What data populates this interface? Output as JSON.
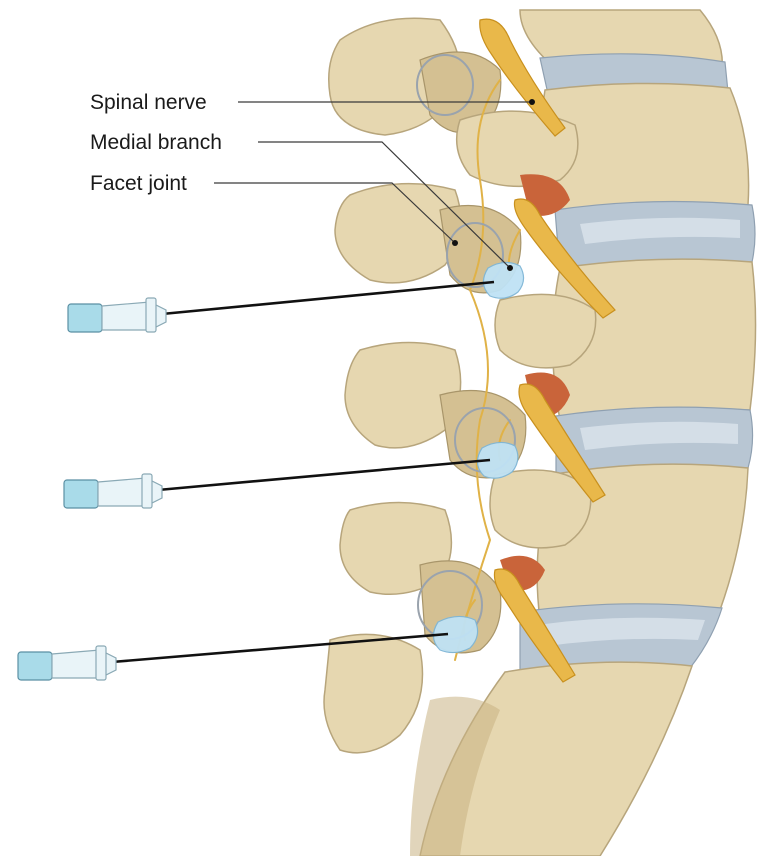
{
  "labels": {
    "spinal_nerve": "Spinal nerve",
    "medial_branch": "Medial branch",
    "facet_joint": "Facet joint"
  },
  "colors": {
    "bone": "#e6d7b0",
    "disc": "#b8c6d3",
    "nerve": "#e9b84a",
    "needle_hub": "#a9dbe9",
    "injection": "#bfe2f5"
  }
}
